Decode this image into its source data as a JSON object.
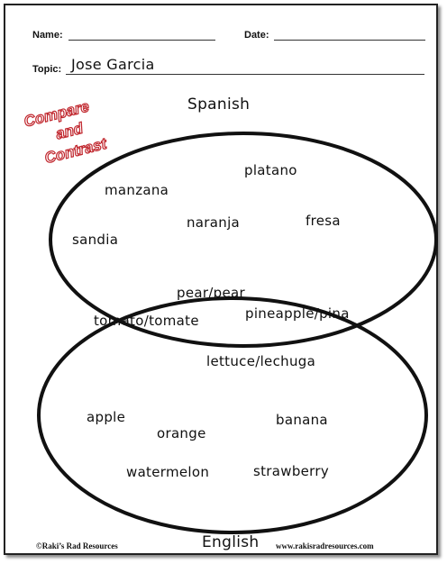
{
  "header": {
    "name_label": "Name:",
    "date_label": "Date:",
    "topic_label": "Topic:",
    "topic_value": "Jose Garcia"
  },
  "stamp": {
    "line1": "Compare",
    "line2": "and",
    "line3": "Contrast",
    "color": "#c0262d"
  },
  "venn": {
    "top_label": "Spanish",
    "bottom_label": "English",
    "top_only": [
      "platano",
      "manzana",
      "naranja",
      "fresa",
      "sandia"
    ],
    "overlap": [
      "pear/pear",
      "tomato/tomate",
      "pineapple/pina",
      "lettuce/lechuga"
    ],
    "bottom_only": [
      "apple",
      "orange",
      "banana",
      "watermelon",
      "strawberry"
    ]
  },
  "footer": {
    "copyright": "©Raki’s Rad Resources",
    "website": "www.rakisradresources.com"
  }
}
